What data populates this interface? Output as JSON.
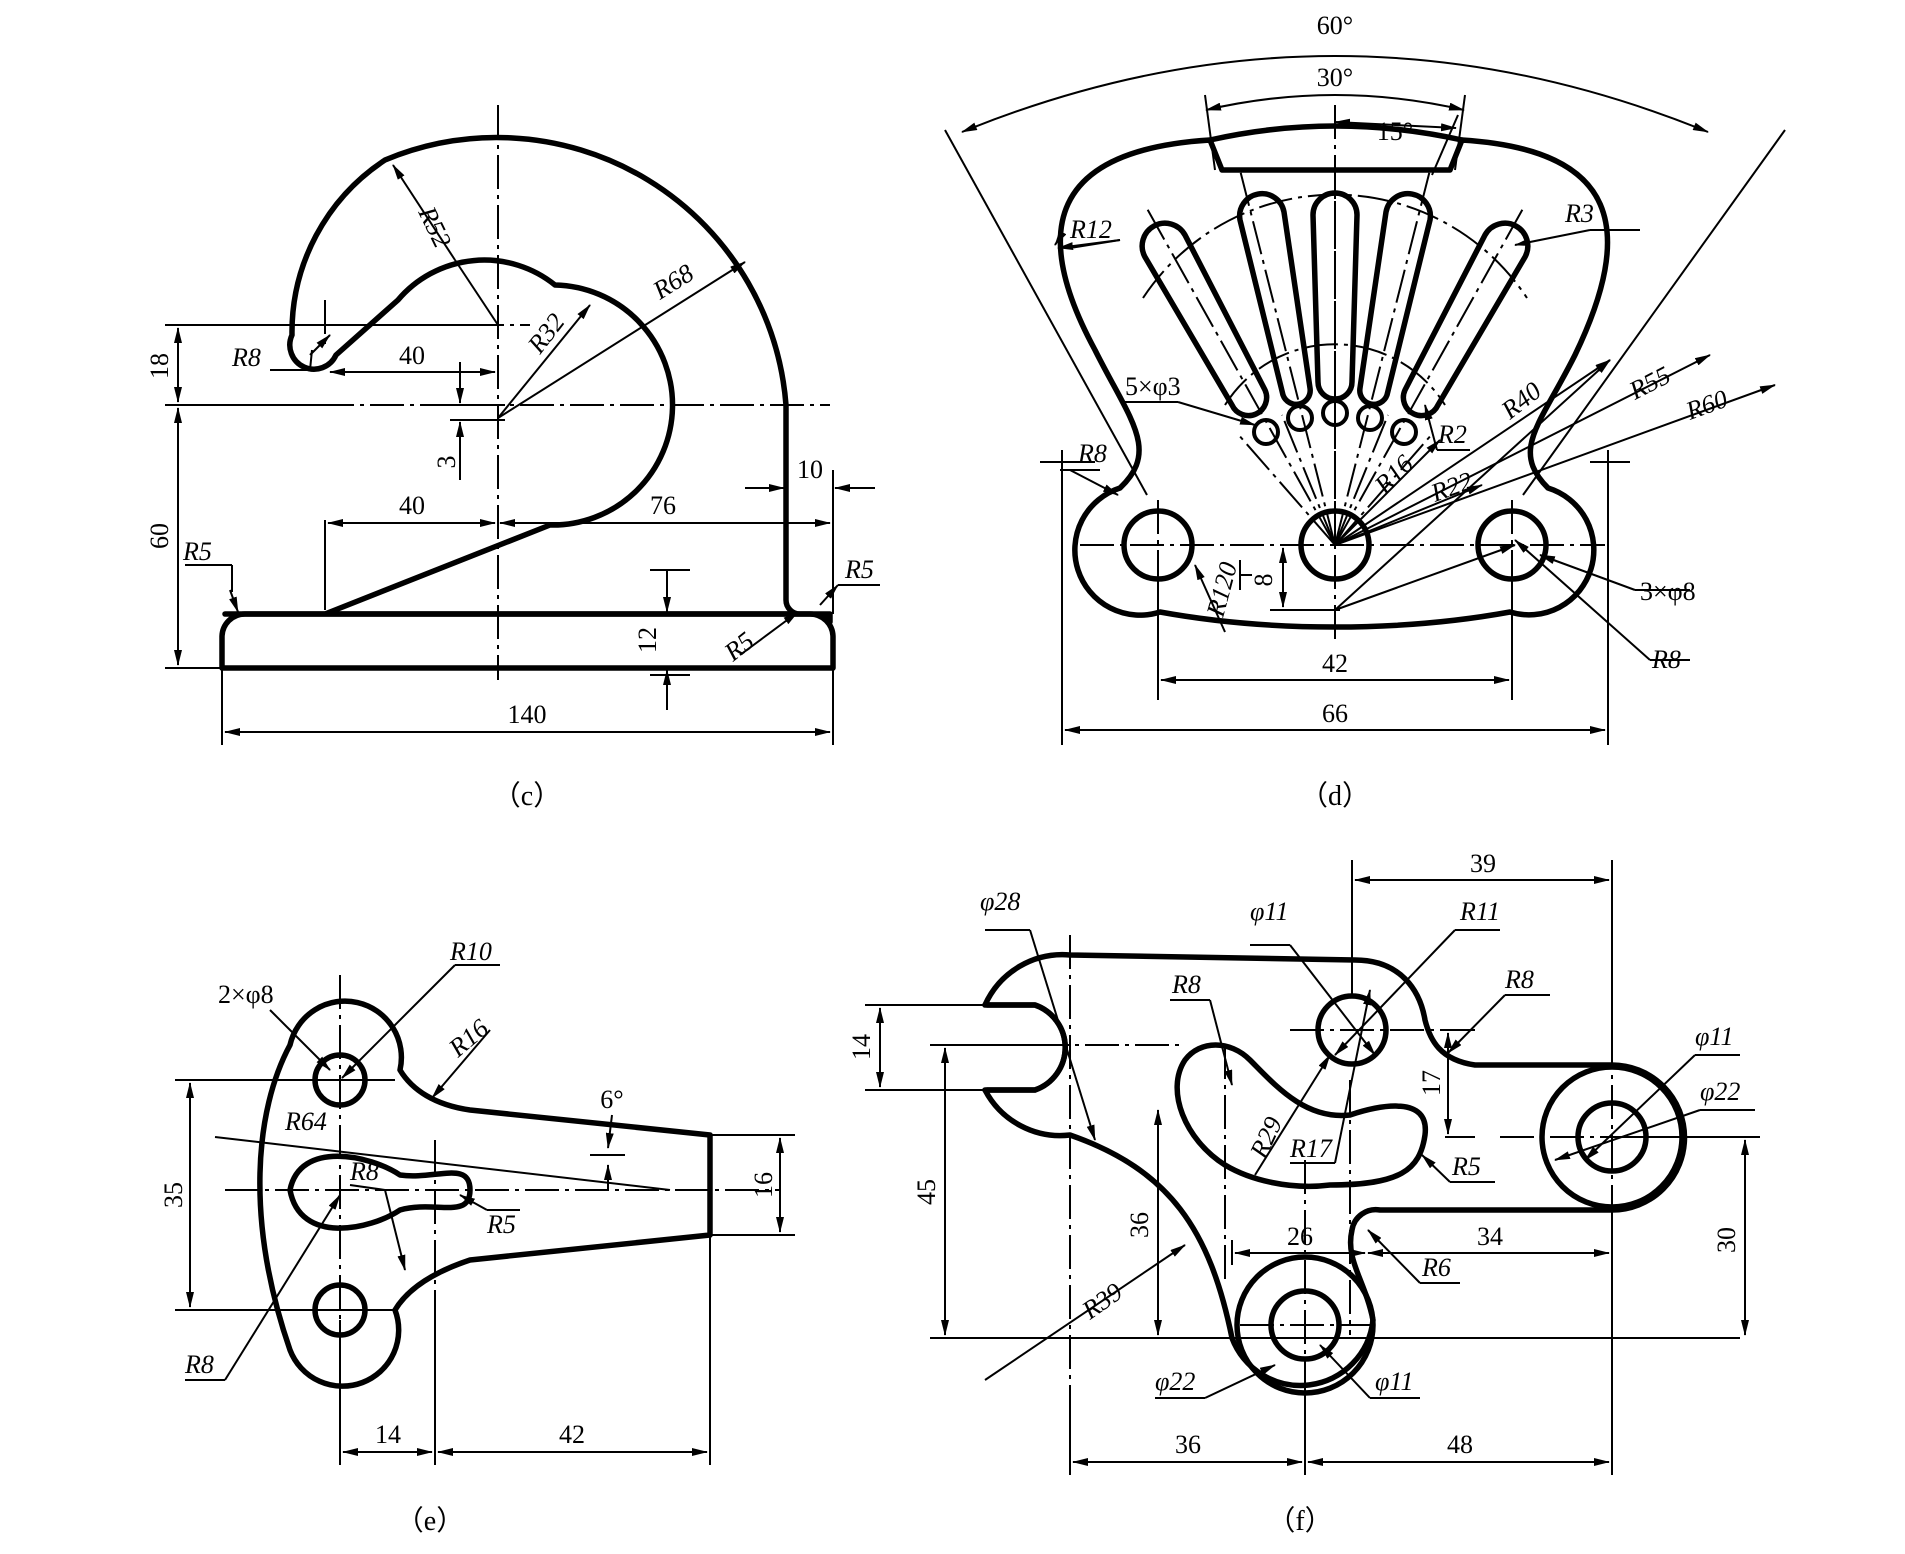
{
  "views": {
    "c": {
      "caption": "（c）",
      "labels": {
        "r52": "R52",
        "r8": "R8",
        "r32": "R32",
        "r68": "R68",
        "r5_left": "R5",
        "r5_right": "R5",
        "r5_inner": "R5",
        "d18": "18",
        "d40_top": "40",
        "d3": "3",
        "d60": "60",
        "d40_bottom": "40",
        "d76": "76",
        "d10": "10",
        "d12": "12",
        "d140": "140"
      }
    },
    "d": {
      "caption": "（d）",
      "labels": {
        "a60": "60°",
        "a30": "30°",
        "a15": "15°",
        "r12": "R12",
        "r3": "R3",
        "holes": "5×φ3",
        "r8_left": "R8",
        "r2": "R2",
        "r40": "R40",
        "r55": "R55",
        "r60": "R60",
        "r16": "R16",
        "r22": "R22",
        "r120": "R120",
        "d8": "8",
        "holes3": "3×φ8",
        "r8_right": "R8",
        "d42": "42",
        "d66": "66"
      }
    },
    "e": {
      "caption": "（e）",
      "labels": {
        "r10": "R10",
        "holes": "2×φ8",
        "r16": "R16",
        "a6": "6°",
        "r64": "R64",
        "r8_mid": "R8",
        "r5": "R5",
        "d35": "35",
        "d16": "16",
        "r8_bottom": "R8",
        "d14": "14",
        "d42": "42"
      }
    },
    "f": {
      "caption": "（f）",
      "labels": {
        "phi28": "φ28",
        "phi11_top": "φ11",
        "r11": "R11",
        "d39": "39",
        "r8_left": "R8",
        "r8_right": "R8",
        "phi11_right": "φ11",
        "phi22_right": "φ22",
        "d14": "14",
        "d17": "17",
        "d45": "45",
        "r29": "R29",
        "r17": "R17",
        "r5": "R5",
        "d36_v": "36",
        "d26": "26",
        "d34": "34",
        "r6": "R6",
        "d30": "30",
        "r39": "R39",
        "phi22_bottom": "φ22",
        "phi11_bottom": "φ11",
        "d36_h": "36",
        "d48": "48"
      }
    }
  }
}
